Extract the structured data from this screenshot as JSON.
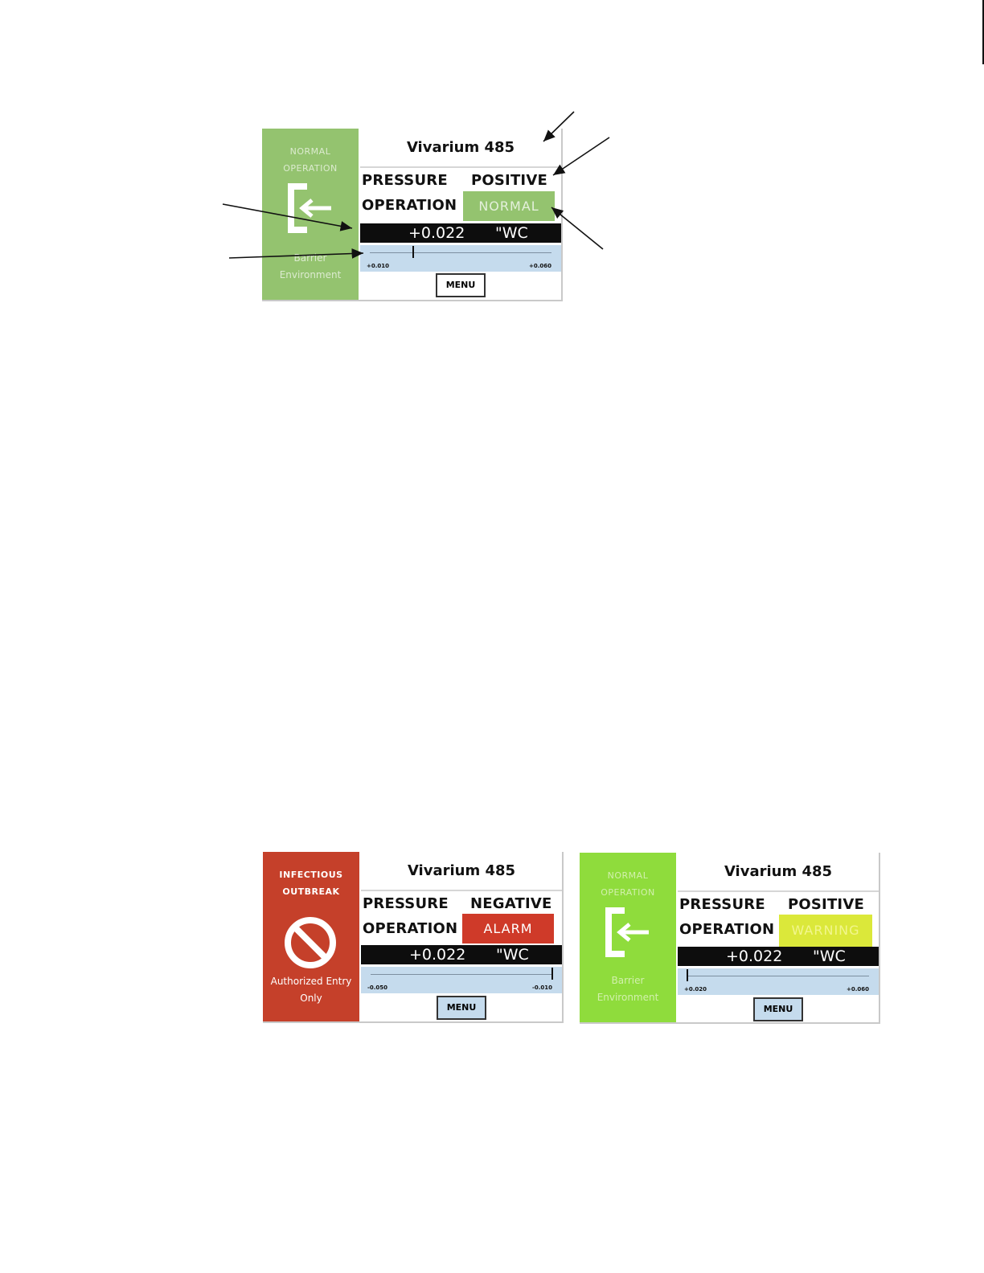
{
  "panels": [
    {
      "side": {
        "top_text": [
          "NORMAL",
          "OPERATION"
        ],
        "bottom_text": [
          "Barrier",
          "Environment"
        ],
        "icon": "door-enter-icon",
        "color": "#94c36f",
        "text_color": "#dcebcf"
      },
      "title": "Vivarium 485",
      "pressure_label": "PRESSURE",
      "operation_label": "OPERATION",
      "mode": "POSITIVE",
      "status": {
        "text": "NORMAL",
        "bg": "#94c36f",
        "fg": "#e4f0db"
      },
      "reading": {
        "value": "+0.022",
        "unit": "\"WC"
      },
      "scale": {
        "min": "+0.010",
        "max": "+0.060",
        "marker_value": 0.022,
        "range": [
          0.01,
          0.06
        ]
      },
      "menu": "MENU"
    },
    {
      "side": {
        "top_text": [
          "INFECTIOUS",
          "OUTBREAK"
        ],
        "bottom_text": [
          "Authorized Entry",
          "Only"
        ],
        "icon": "no-entry-icon",
        "color": "#c5402a",
        "text_color": "#ffffff"
      },
      "title": "Vivarium 485",
      "pressure_label": "PRESSURE",
      "operation_label": "OPERATION",
      "mode": "NEGATIVE",
      "status": {
        "text": "ALARM",
        "bg": "#cf3a29",
        "fg": "#ffffff"
      },
      "reading": {
        "value": "+0.022",
        "unit": "\"WC"
      },
      "scale": {
        "min": "-0.050",
        "max": "-0.010",
        "marker_value": -0.01,
        "range": [
          -0.05,
          -0.01
        ]
      },
      "menu": "MENU"
    },
    {
      "side": {
        "top_text": [
          "NORMAL",
          "OPERATION"
        ],
        "bottom_text": [
          "Barrier",
          "Environment"
        ],
        "icon": "door-enter-icon",
        "color": "#8fdc3c",
        "text_color": "#d2f0ad"
      },
      "title": "Vivarium 485",
      "pressure_label": "PRESSURE",
      "operation_label": "OPERATION",
      "mode": "POSITIVE",
      "status": {
        "text": "WARNING",
        "bg": "#dbe83a",
        "fg": "#f2f68e"
      },
      "reading": {
        "value": "+0.022",
        "unit": "\"WC"
      },
      "scale": {
        "min": "+0.020",
        "max": "+0.060",
        "marker_value": 0.02,
        "range": [
          0.02,
          0.06
        ]
      },
      "menu": "MENU"
    }
  ]
}
